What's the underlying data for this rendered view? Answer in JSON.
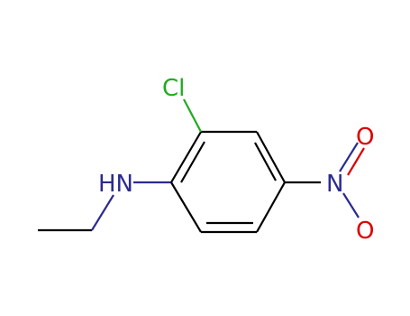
{
  "molecule": {
    "atoms": {
      "chlorine": "Cl",
      "amine": "HN",
      "nitrogen_nitro": "N",
      "oxygen_top": "O",
      "oxygen_bottom": "O"
    },
    "colors": {
      "bond": "#000000",
      "chlorine": "#22aa22",
      "nitrogen": "#2b2b8f",
      "oxygen": "#dd0000"
    }
  }
}
